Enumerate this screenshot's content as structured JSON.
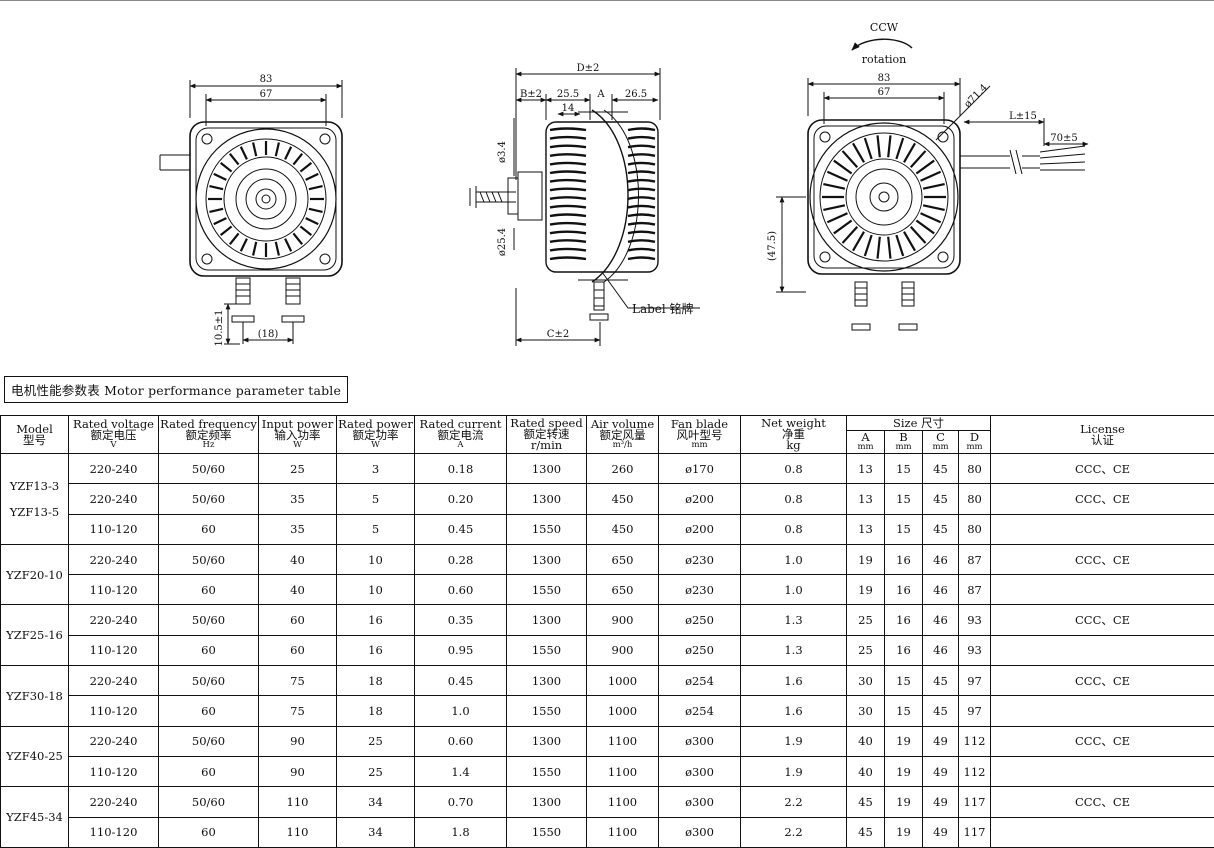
{
  "drawings": {
    "front_view": {
      "dim_width": "83",
      "dim_inner": "67",
      "dim_height": "10.5±1",
      "dim_spacing": "(18)"
    },
    "side_view": {
      "dim_D": "D±2",
      "dim_B": "B±2",
      "dim_25_5": "25.5",
      "dim_A": "A",
      "dim_26_5": "26.5",
      "dim_14": "14",
      "dim_shaft": "ø3.4",
      "dim_boss": "ø25.4",
      "dim_C": "C±2",
      "label_callout": "Label 铭牌"
    },
    "rear_view": {
      "rotation_top": "CCW",
      "rotation_bottom": "rotation",
      "dim_width": "83",
      "dim_inner": "67",
      "dim_diameter": "ø71.4",
      "dim_L": "L±15",
      "dim_lead": "70±5",
      "dim_height": "(47.5)"
    }
  },
  "caption": "电机性能参数表 Motor performance parameter table",
  "table": {
    "headers": {
      "model": [
        "Model",
        "型号"
      ],
      "voltage": [
        "Rated voltage",
        "额定电压",
        "V"
      ],
      "frequency": [
        "Rated frequency",
        "额定频率",
        "Hz"
      ],
      "input_power": [
        "Input power",
        "输入功率",
        "W"
      ],
      "rated_power": [
        "Rated power",
        "额定功率",
        "W"
      ],
      "current": [
        "Rated current",
        "额定电流",
        "A"
      ],
      "speed": [
        "Rated speed",
        "额定转速",
        "r/min"
      ],
      "air_volume": [
        "Air volume",
        "额定风量",
        "m³/h"
      ],
      "fan_blade": [
        "Fan blade",
        "风叶型号",
        "mm"
      ],
      "weight": [
        "Net weight",
        "净重",
        "kg"
      ],
      "size": "Size 尺寸",
      "size_cols": [
        [
          "A",
          "mm"
        ],
        [
          "B",
          "mm"
        ],
        [
          "C",
          "mm"
        ],
        [
          "D",
          "mm"
        ]
      ],
      "license": [
        "License",
        "认证"
      ]
    },
    "groups": [
      {
        "model": "YZF13-3\nYZF13-5",
        "rows": [
          [
            "220-240",
            "50/60",
            "25",
            "3",
            "0.18",
            "1300",
            "260",
            "ø170",
            "0.8",
            "13",
            "15",
            "45",
            "80",
            "CCC、CE"
          ],
          [
            "220-240",
            "50/60",
            "35",
            "5",
            "0.20",
            "1300",
            "450",
            "ø200",
            "0.8",
            "13",
            "15",
            "45",
            "80",
            "CCC、CE"
          ],
          [
            "110-120",
            "60",
            "35",
            "5",
            "0.45",
            "1550",
            "450",
            "ø200",
            "0.8",
            "13",
            "15",
            "45",
            "80",
            ""
          ]
        ]
      },
      {
        "model": "YZF20-10",
        "rows": [
          [
            "220-240",
            "50/60",
            "40",
            "10",
            "0.28",
            "1300",
            "650",
            "ø230",
            "1.0",
            "19",
            "16",
            "46",
            "87",
            "CCC、CE"
          ],
          [
            "110-120",
            "60",
            "40",
            "10",
            "0.60",
            "1550",
            "650",
            "ø230",
            "1.0",
            "19",
            "16",
            "46",
            "87",
            ""
          ]
        ]
      },
      {
        "model": "YZF25-16",
        "rows": [
          [
            "220-240",
            "50/60",
            "60",
            "16",
            "0.35",
            "1300",
            "900",
            "ø250",
            "1.3",
            "25",
            "16",
            "46",
            "93",
            "CCC、CE"
          ],
          [
            "110-120",
            "60",
            "60",
            "16",
            "0.95",
            "1550",
            "900",
            "ø250",
            "1.3",
            "25",
            "16",
            "46",
            "93",
            ""
          ]
        ]
      },
      {
        "model": "YZF30-18",
        "rows": [
          [
            "220-240",
            "50/60",
            "75",
            "18",
            "0.45",
            "1300",
            "1000",
            "ø254",
            "1.6",
            "30",
            "15",
            "45",
            "97",
            "CCC、CE"
          ],
          [
            "110-120",
            "60",
            "75",
            "18",
            "1.0",
            "1550",
            "1000",
            "ø254",
            "1.6",
            "30",
            "15",
            "45",
            "97",
            ""
          ]
        ]
      },
      {
        "model": "YZF40-25",
        "rows": [
          [
            "220-240",
            "50/60",
            "90",
            "25",
            "0.60",
            "1300",
            "1100",
            "ø300",
            "1.9",
            "40",
            "19",
            "49",
            "112",
            "CCC、CE"
          ],
          [
            "110-120",
            "60",
            "90",
            "25",
            "1.4",
            "1550",
            "1100",
            "ø300",
            "1.9",
            "40",
            "19",
            "49",
            "112",
            ""
          ]
        ]
      },
      {
        "model": "YZF45-34",
        "rows": [
          [
            "220-240",
            "50/60",
            "110",
            "34",
            "0.70",
            "1300",
            "1100",
            "ø300",
            "2.2",
            "45",
            "19",
            "49",
            "117",
            "CCC、CE"
          ],
          [
            "110-120",
            "60",
            "110",
            "34",
            "1.8",
            "1550",
            "1100",
            "ø300",
            "2.2",
            "45",
            "19",
            "49",
            "117",
            ""
          ]
        ]
      }
    ]
  }
}
